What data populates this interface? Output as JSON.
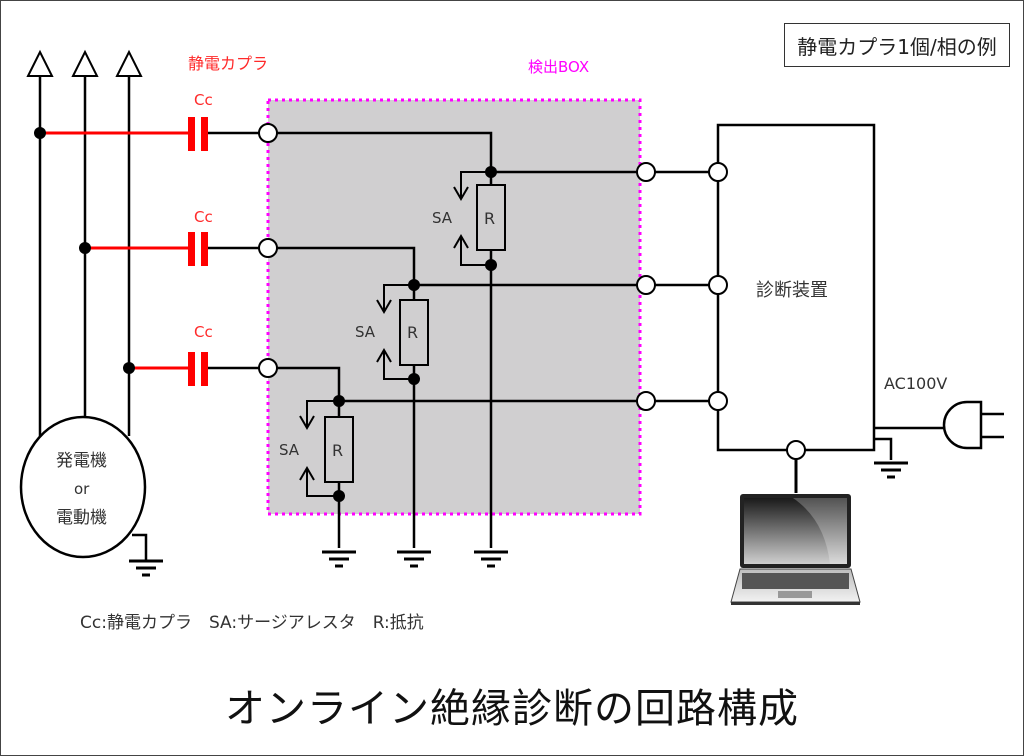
{
  "colors": {
    "coupler": "#ff0000",
    "detection_box_border": "#ff00ff",
    "detection_box_fill": "#d0cfd0",
    "wire": "#000000",
    "text": "#333333"
  },
  "labels": {
    "coupler_heading": "静電カプラ",
    "coupler_symbol": "Cc",
    "detection_box": "検出BOX",
    "example_note": "静電カプラ1個/相の例",
    "machine_line1": "発電機",
    "machine_line2": "or",
    "machine_line3": "電動機",
    "diagnostic_device": "診断装置",
    "power": "AC100V",
    "surge_arrester": "SA",
    "resistor": "R"
  },
  "legend": "Cc:静電カプラ　SA:サージアレスタ　R:抵抗",
  "title": "オンライン絶縁診断の回路構成",
  "icons": {
    "phase_terminal": "triangle-up",
    "ground": "ground-symbol",
    "plug": "ac-plug",
    "laptop": "laptop"
  },
  "phases": [
    {
      "name": "phase-1",
      "coupler_label": "Cc",
      "sa_label": "SA",
      "r_label": "R"
    },
    {
      "name": "phase-2",
      "coupler_label": "Cc",
      "sa_label": "SA",
      "r_label": "R"
    },
    {
      "name": "phase-3",
      "coupler_label": "Cc",
      "sa_label": "SA",
      "r_label": "R"
    }
  ]
}
